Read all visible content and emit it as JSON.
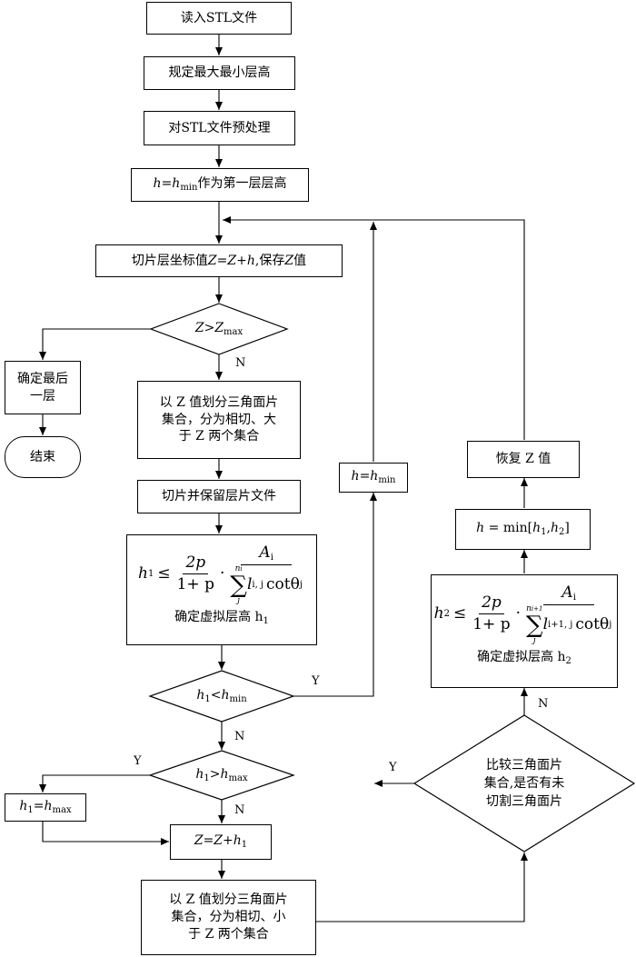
{
  "nodes": {
    "read_stl": "读入STL文件",
    "set_limits": "规定最大最小层高",
    "preprocess": "对STL文件预处理",
    "first_layer": {
      "pre": "h",
      "eq": "=",
      "h": "h",
      "sub": "min",
      "post": "作为第一层层高"
    },
    "slice_coord": {
      "a": "切片层坐标值",
      "z1": "Z",
      "eq": "=",
      "z2": "Z",
      "plus": "+",
      "h": "h",
      "b": ",保存",
      "z3": "Z",
      "c": "值"
    },
    "cond_zmax": {
      "z": "Z",
      "gt": ">",
      "z2": "Z",
      "sub": "max"
    },
    "last_layer": {
      "line1": "确定最后",
      "line2": "一层"
    },
    "end": "结束",
    "partition_upper": {
      "line1": "以 Z 值划分三角面片",
      "line2": "集合，分为相切、大",
      "line3": "于 Z 两个集合"
    },
    "slice_save": "切片并保留层片文件",
    "formula1": {
      "lhs": "h",
      "lhs_sub": "1",
      "le": "≤",
      "num": "2p",
      "den": "1+ p",
      "dot": "·",
      "a": "A",
      "a_sub": "i",
      "sum_top": "n",
      "sum_top_sub": "i",
      "sum_bot": "j",
      "l": "l",
      "l_sub": "i, j",
      "cot": "cotθ",
      "cot_sub": "j",
      "caption": "确定虚拟层高 h",
      "caption_sub": "1"
    },
    "cond_h1_lt": {
      "h": "h",
      "sub": "1",
      "op": "<",
      "h2": "h",
      "sub2": "min"
    },
    "cond_h1_gt": {
      "h": "h",
      "sub": "1",
      "op": ">",
      "h2": "h",
      "sub2": "max"
    },
    "set_h1_max": {
      "h": "h",
      "sub": "1",
      "eq": "=",
      "h2": "h",
      "sub2": "max"
    },
    "z_plus_h1": {
      "z": "Z",
      "eq": "=",
      "z2": "Z",
      "plus": "+",
      "h": "h",
      "sub": "1"
    },
    "partition_lower": {
      "line1": "以 Z 值划分三角面片",
      "line2": "集合，分为相切、小",
      "line3": "于 Z 两个集合"
    },
    "set_h_min": {
      "h": "h",
      "eq": "=",
      "h2": "h",
      "sub": "min"
    },
    "restore_z": "恢复 Z 值",
    "h_min_of": {
      "h": "h",
      "eq": " =  min[",
      "h1": "h",
      "s1": "1",
      "comma": ",",
      "h2": "h",
      "s2": "2",
      "end": "]"
    },
    "formula2": {
      "lhs": "h",
      "lhs_sub": "2",
      "le": "≤",
      "num": "2p",
      "den": "1+ p",
      "dot": "·",
      "a": "A",
      "a_sub": "i",
      "sum_top": "n",
      "sum_top_sub": "i+1",
      "sum_bot": "j",
      "l": "l",
      "l_sub": "i+1, j",
      "cot": "cotθ",
      "cot_sub": "j",
      "caption": "确定虚拟层高 h",
      "caption_sub": "2"
    },
    "cond_remaining": {
      "line1": "比较三角面片",
      "line2": "集合,是否有未",
      "line3": "切割三角面片"
    }
  },
  "labels": {
    "n_zmax": "N",
    "y_h1_lt": "Y",
    "n_h1_lt": "N",
    "y_h1_gt": "Y",
    "n_h1_gt": "N",
    "y_remaining": "Y",
    "n_remaining": "N"
  }
}
